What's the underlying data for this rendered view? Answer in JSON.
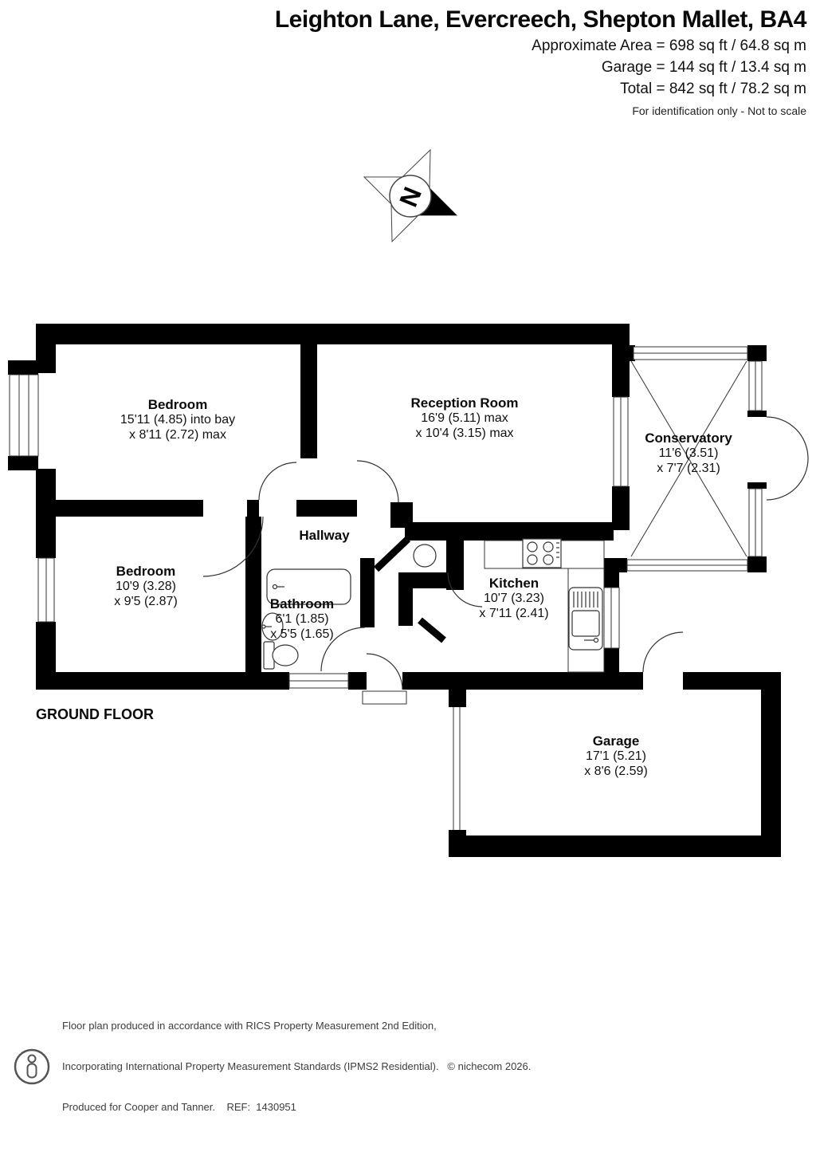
{
  "header": {
    "title": "Leighton Lane, Evercreech, Shepton Mallet, BA4",
    "area_lines": [
      "Approximate Area = 698 sq ft / 64.8 sq m",
      "Garage = 144 sq ft / 13.4 sq m",
      "Total = 842 sq ft / 78.2 sq m"
    ],
    "disclaimer": "For identification only - Not to scale"
  },
  "compass": {
    "label": "N"
  },
  "floor": {
    "label": "GROUND FLOOR"
  },
  "rooms": {
    "bedroom1": {
      "name": "Bedroom",
      "dim1": "15'11 (4.85) into bay",
      "dim2": "x 8'11 (2.72) max"
    },
    "reception": {
      "name": "Reception Room",
      "dim1": "16'9 (5.11) max",
      "dim2": "x 10'4 (3.15) max"
    },
    "conservatory": {
      "name": "Conservatory",
      "dim1": "11'6 (3.51)",
      "dim2": "x 7'7 (2.31)"
    },
    "hallway": {
      "name": "Hallway"
    },
    "bedroom2": {
      "name": "Bedroom",
      "dim1": "10'9 (3.28)",
      "dim2": "x 9'5 (2.87)"
    },
    "bathroom": {
      "name": "Bathroom",
      "dim1": "6'1 (1.85)",
      "dim2": "x 5'5 (1.65)"
    },
    "kitchen": {
      "name": "Kitchen",
      "dim1": "10'7 (3.23)",
      "dim2": "x 7'11 (2.41)"
    },
    "garage": {
      "name": "Garage",
      "dim1": "17'1 (5.21)",
      "dim2": "x 8'6 (2.59)"
    }
  },
  "footer": {
    "line1": "Floor plan produced in accordance with RICS Property Measurement 2nd Edition,",
    "line2": "Incorporating International Property Measurement Standards (IPMS2 Residential).   © nichecom 2026.",
    "line3": "Produced for Cooper and Tanner.    REF:  1430951"
  },
  "colors": {
    "wall": "#000000",
    "line": "#333333",
    "footer_text": "#3d3d3d"
  }
}
